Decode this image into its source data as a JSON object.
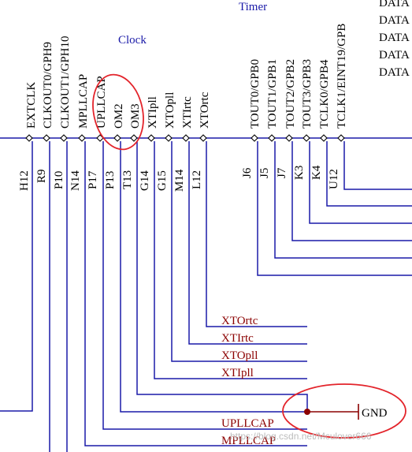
{
  "labels": {
    "timer": "Timer",
    "clock": "Clock",
    "gnd": "GND",
    "watermark": "https://blog.csdn.net/Mculover666"
  },
  "data_labels": [
    "DATA",
    "DATA",
    "DATA",
    "DATA",
    "DATA"
  ],
  "clock_signals": [
    "EXTCLK",
    "CLKOUT0/GPH9",
    "CLKOUT1/GPH10",
    "MPLLCAP",
    "UPLLCAP",
    "OM2",
    "OM3",
    "XTIpll",
    "XTOpll",
    "XTIrtc",
    "XTOrtc"
  ],
  "clock_pins": [
    "H12",
    "R9",
    "P10",
    "N14",
    "P17",
    "P13",
    "T13",
    "G14",
    "G15",
    "M14",
    "L12"
  ],
  "timer_signals": [
    "TOUT0/GPB0",
    "TOUT1/GPB1",
    "TOUT2/GPB2",
    "TOUT3/GPB3",
    "TCLK0/GPB4",
    "TCLK1/EINT19/GPB"
  ],
  "timer_pins": [
    "J6",
    "J5",
    "J7",
    "K3",
    "K4",
    "U12"
  ],
  "net_labels": [
    "XTOrtc",
    "XTIrtc",
    "XTOpll",
    "XTIpll",
    "UPLLCAP",
    "MPLLCAP"
  ],
  "colors": {
    "wire": "#1a1aa8",
    "net_label": "#8b0000",
    "highlight": "#e3242b"
  }
}
